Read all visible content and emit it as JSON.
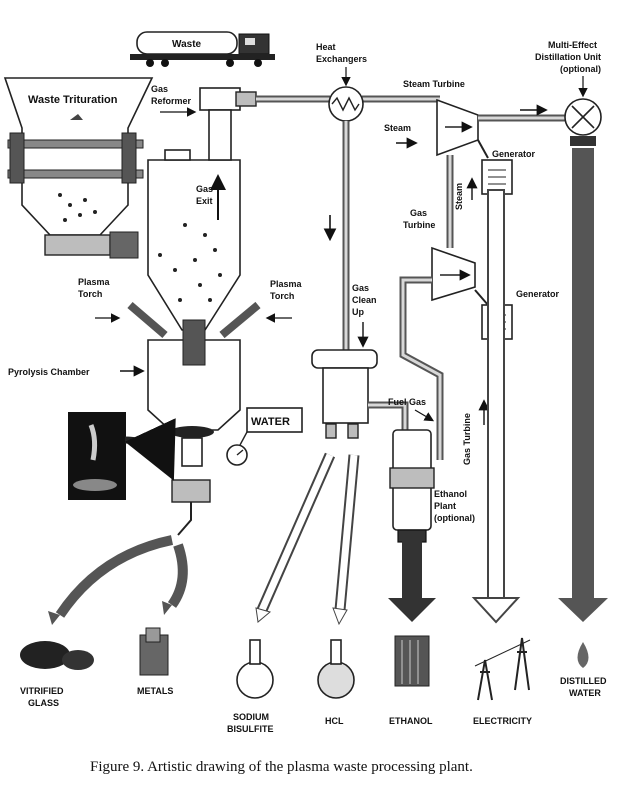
{
  "labels": {
    "waste_truck": "Waste",
    "heat_exchangers_1": "Heat",
    "heat_exchangers_2": "Exchangers",
    "multi_effect_1": "Multi-Effect",
    "multi_effect_2": "Distillation Unit",
    "multi_effect_3": "(optional)",
    "waste_trituration": "Waste Trituration",
    "gas_reformer_1": "Gas",
    "gas_reformer_2": "Reformer",
    "steam_turbine": "Steam Turbine",
    "steam": "Steam",
    "steam_vertical": "Steam",
    "generator_top": "Generator",
    "gas_exit_1": "Gas",
    "gas_exit_2": "Exit",
    "gas_turbine_1": "Gas",
    "gas_turbine_2": "Turbine",
    "plasma_torch_left_1": "Plasma",
    "plasma_torch_left_2": "Torch",
    "plasma_torch_right_1": "Plasma",
    "plasma_torch_right_2": "Torch",
    "gas_clean_up_1": "Gas",
    "gas_clean_up_2": "Clean",
    "gas_clean_up_3": "Up",
    "generator_bottom": "Generator",
    "pyrolysis_chamber": "Pyrolysis Chamber",
    "fuel_gas": "Fuel Gas",
    "gas_turbine_vertical": "Gas Turbine",
    "water": "WATER",
    "ethanol_plant_1": "Ethanol",
    "ethanol_plant_2": "Plant",
    "ethanol_plant_3": "(optional)"
  },
  "outputs": {
    "vitrified_glass_1": "VITRIFIED",
    "vitrified_glass_2": "GLASS",
    "metals": "METALS",
    "sodium_bisulfite_1": "SODIUM",
    "sodium_bisulfite_2": "BISULFITE",
    "hcl": "HCL",
    "ethanol": "ETHANOL",
    "electricity": "ELECTRICITY",
    "distilled_water_1": "DISTILLED",
    "distilled_water_2": "WATER"
  },
  "caption": "Figure 9. Artistic drawing of the plasma waste processing plant."
}
